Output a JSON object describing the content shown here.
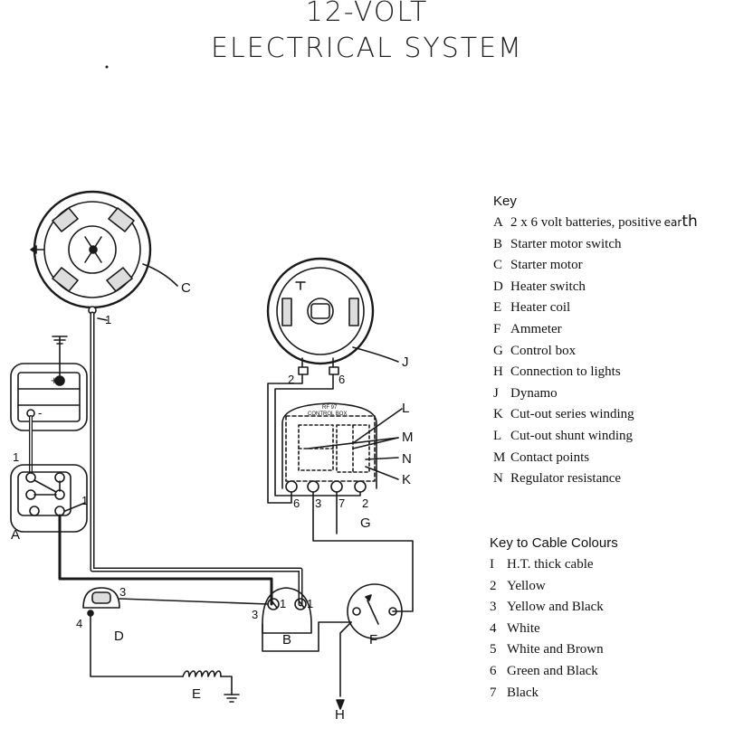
{
  "title": {
    "line1": "12-VOLT",
    "line2": "ELECTRICAL SYSTEM"
  },
  "diagram_labels": {
    "A": "A",
    "B": "B",
    "C": "C",
    "D": "D",
    "E": "E",
    "F": "F",
    "G": "G",
    "H": "H",
    "J": "J",
    "K": "K",
    "L": "L",
    "M": "M",
    "N": "N",
    "plus": "+",
    "minus": "-",
    "control_box_1": "RF 97",
    "control_box_2": "CONTROL BOX"
  },
  "wire_numbers": {
    "c_cable": "1",
    "battery_a": "1",
    "battery_b": "1",
    "d_3": "3",
    "d_4": "4",
    "b_3": "3",
    "b_1a": "1",
    "b_1b": "1",
    "dynamo_2": "2",
    "dynamo_6": "6",
    "box_6": "6",
    "box_3": "3",
    "box_7": "7",
    "box_2": "2"
  },
  "key": {
    "heading": "Key",
    "items": [
      {
        "letter": "A",
        "text": "2 x 6 volt batteries, positive",
        "handwritten_a": "ear",
        "handwritten_b": "th"
      },
      {
        "letter": "B",
        "text": "Starter motor switch"
      },
      {
        "letter": "C",
        "text": "Starter motor"
      },
      {
        "letter": "D",
        "text": "Heater switch"
      },
      {
        "letter": "E",
        "text": "Heater coil"
      },
      {
        "letter": "F",
        "text": "Ammeter"
      },
      {
        "letter": "G",
        "text": "Control box"
      },
      {
        "letter": "H",
        "text": "Connection to lights"
      },
      {
        "letter": "J",
        "text": "Dynamo"
      },
      {
        "letter": "K",
        "text": "Cut-out series winding"
      },
      {
        "letter": "L",
        "text": "Cut-out shunt winding"
      },
      {
        "letter": "M",
        "text": "Contact points"
      },
      {
        "letter": "N",
        "text": "Regulator resistance"
      }
    ]
  },
  "cable_key": {
    "heading": "Key to Cable Colours",
    "items": [
      {
        "num": "I",
        "text": "H.T. thick cable"
      },
      {
        "num": "2",
        "text": "Yellow"
      },
      {
        "num": "3",
        "text": "Yellow and Black"
      },
      {
        "num": "4",
        "text": "White"
      },
      {
        "num": "5",
        "text": "White and Brown"
      },
      {
        "num": "6",
        "text": "Green and Black"
      },
      {
        "num": "7",
        "text": "Black"
      }
    ]
  }
}
